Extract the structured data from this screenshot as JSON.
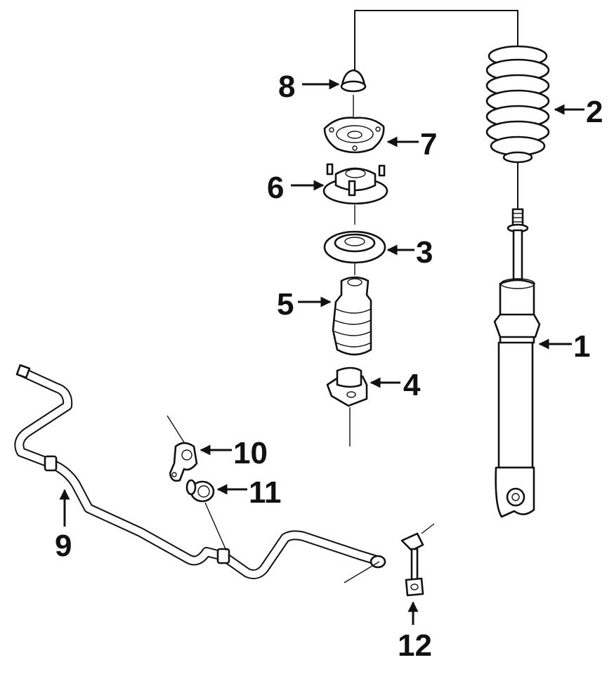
{
  "diagram": {
    "callouts": [
      {
        "id": "1",
        "label": "1"
      },
      {
        "id": "2",
        "label": "2"
      },
      {
        "id": "3",
        "label": "3"
      },
      {
        "id": "4",
        "label": "4"
      },
      {
        "id": "5",
        "label": "5"
      },
      {
        "id": "6",
        "label": "6"
      },
      {
        "id": "7",
        "label": "7"
      },
      {
        "id": "8",
        "label": "8"
      },
      {
        "id": "9",
        "label": "9"
      },
      {
        "id": "10",
        "label": "10"
      },
      {
        "id": "11",
        "label": "11"
      },
      {
        "id": "12",
        "label": "12"
      }
    ],
    "colors": {
      "ink": "#111111",
      "paper": "#ffffff"
    }
  }
}
